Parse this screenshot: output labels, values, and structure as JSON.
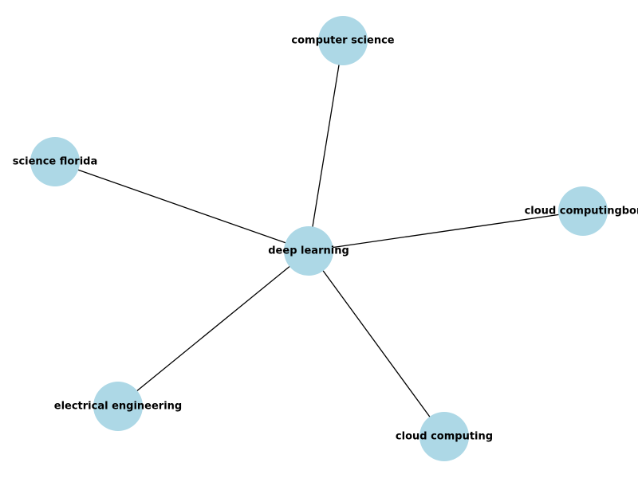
{
  "graph": {
    "node_color": "#add8e6",
    "edge_color": "#000000",
    "nodes": [
      {
        "id": "deep_learning",
        "label": "deep learning"
      },
      {
        "id": "computer_science",
        "label": "computer science"
      },
      {
        "id": "science_florida",
        "label": "science florida"
      },
      {
        "id": "cloud_computingbor",
        "label": "cloud computingbor"
      },
      {
        "id": "electrical_engineering",
        "label": "electrical engineering"
      },
      {
        "id": "cloud_computing",
        "label": "cloud computing"
      }
    ],
    "edges": [
      {
        "source": "deep_learning",
        "target": "computer_science"
      },
      {
        "source": "deep_learning",
        "target": "science_florida"
      },
      {
        "source": "deep_learning",
        "target": "cloud_computingbor"
      },
      {
        "source": "deep_learning",
        "target": "electrical_engineering"
      },
      {
        "source": "deep_learning",
        "target": "cloud_computing"
      }
    ]
  }
}
